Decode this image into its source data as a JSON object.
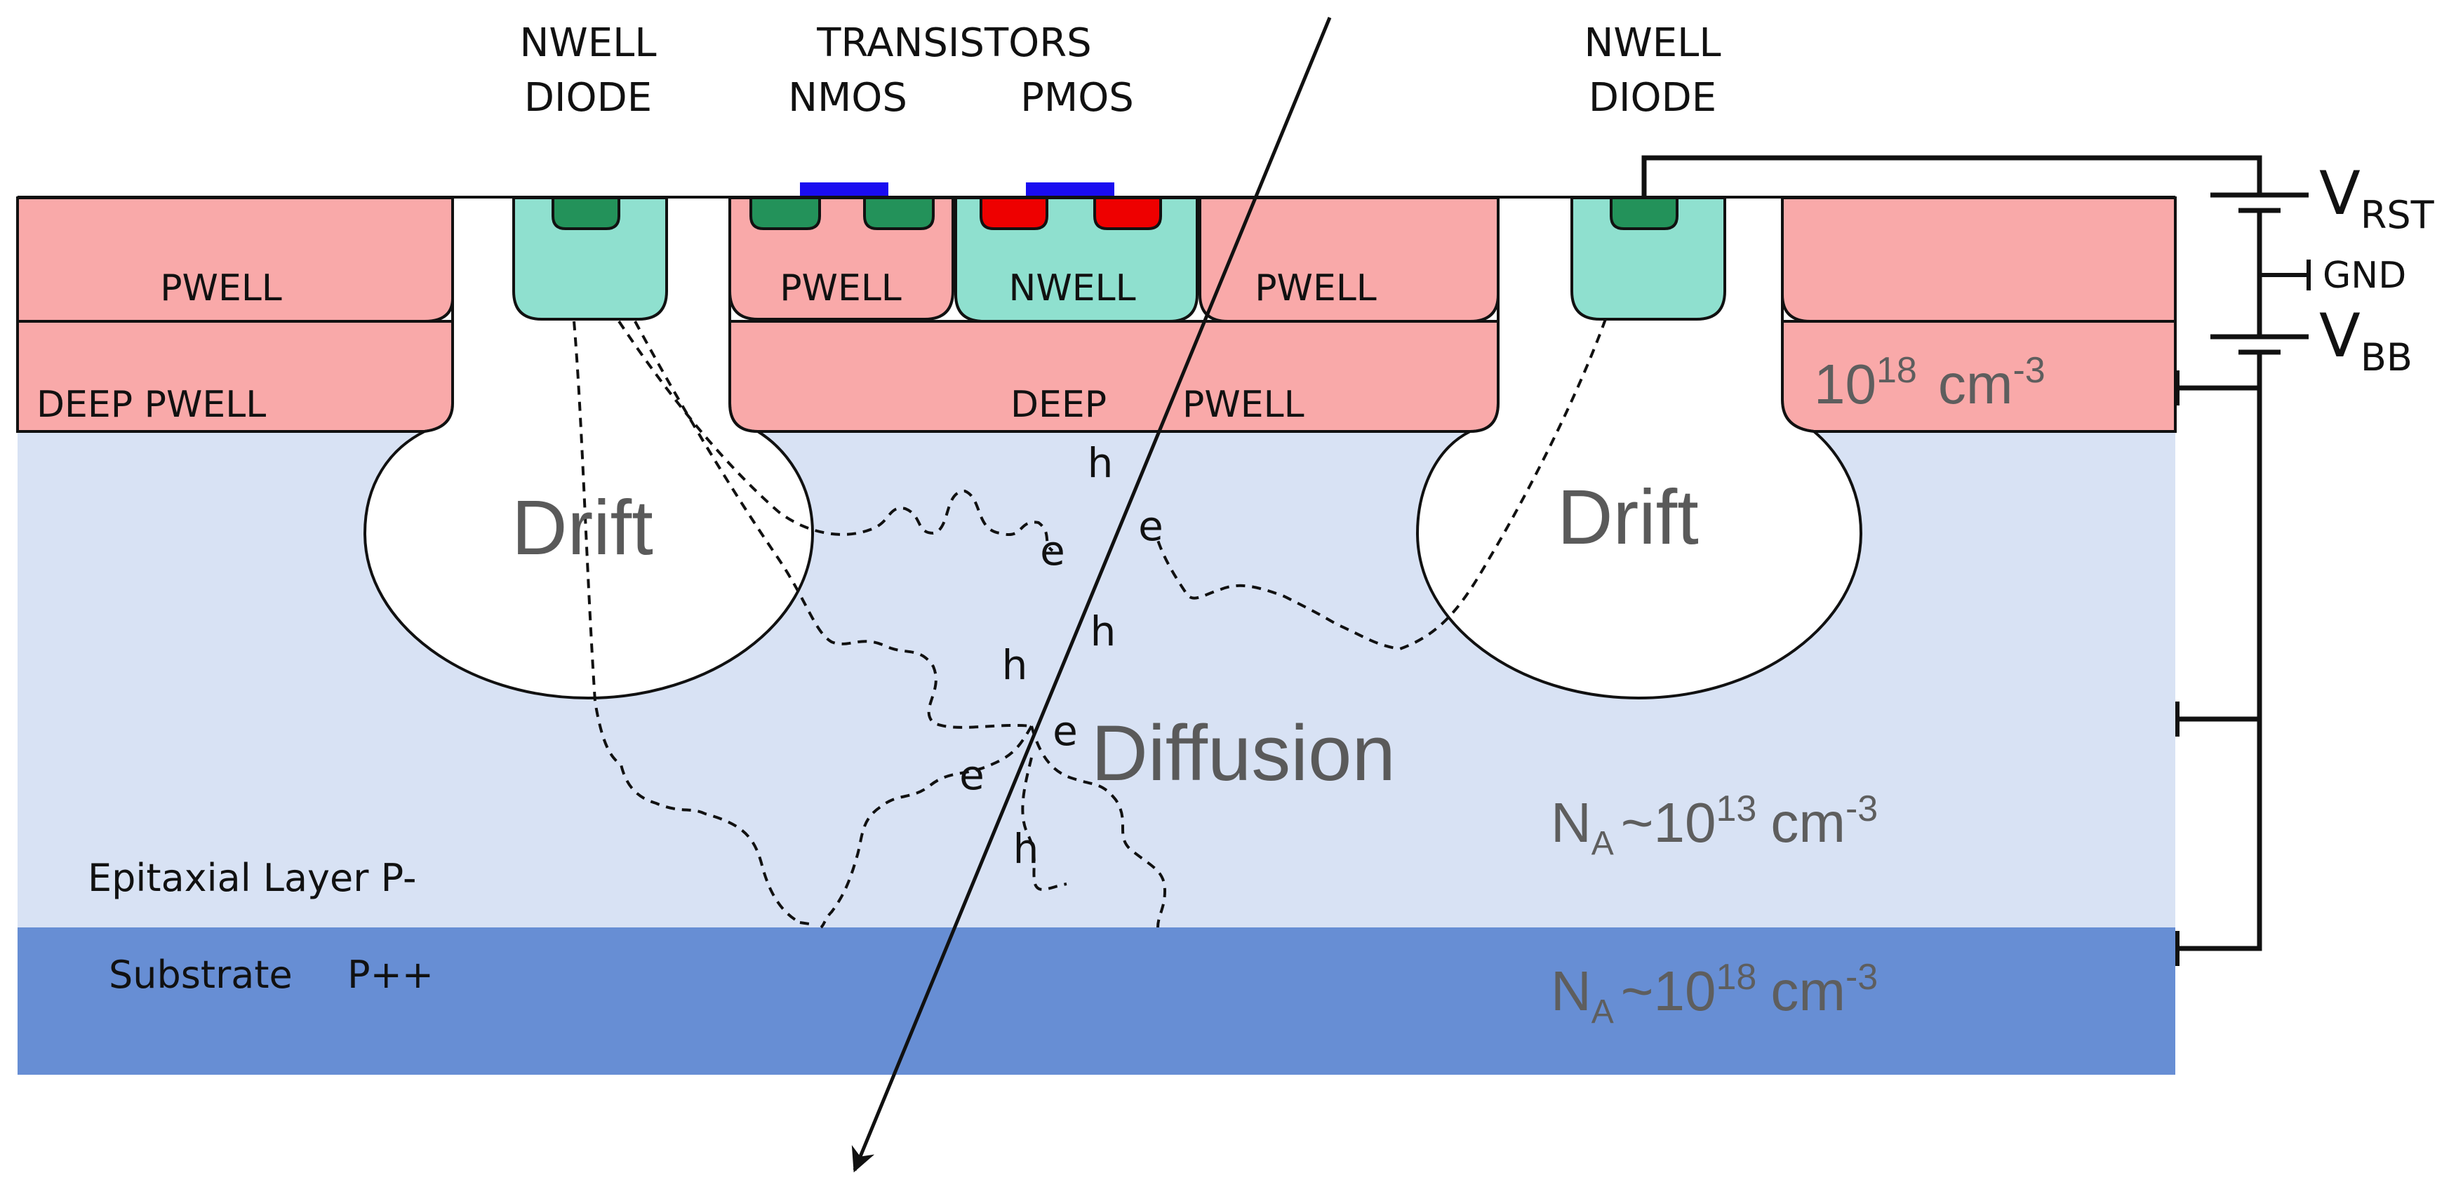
{
  "header": {
    "left_diode": [
      "NWELL",
      "DIODE"
    ],
    "transistors": "TRANSISTORS",
    "nmos": "NMOS",
    "pmos": "PMOS",
    "right_diode": [
      "NWELL",
      "DIODE"
    ]
  },
  "regions": {
    "pwell": "PWELL",
    "nwell": "NWELL",
    "deep_pwell_left": "DEEP PWELL",
    "deep_pwell_center_a": "DEEP",
    "deep_pwell_center_b": "PWELL",
    "drift": "Drift",
    "diffusion": "Diffusion",
    "epitaxial": "Epitaxial Layer P-",
    "substrate_a": "Substrate",
    "substrate_b": "P++"
  },
  "doping": {
    "deep_pwell": {
      "base": "10",
      "exp": "18",
      "unit": "cm",
      "unit_exp": "-3"
    },
    "epi": {
      "prefix": "N",
      "sub": "A",
      "approx": "~10",
      "exp": "13",
      "unit": "cm",
      "unit_exp": "-3"
    },
    "substrate": {
      "prefix": "N",
      "sub": "A",
      "approx": "~10",
      "exp": "18",
      "unit": "cm",
      "unit_exp": "-3"
    }
  },
  "circuit": {
    "vrst": {
      "main": "V",
      "sub": "RST"
    },
    "gnd": "GND",
    "vbb": {
      "main": "V",
      "sub": "BB"
    }
  },
  "carriers": {
    "electron": "e",
    "hole": "h"
  },
  "colors": {
    "pwell": "#f9a9a9",
    "nwell": "#8fe0cf",
    "contact": "#23925a",
    "pmos_contact": "#ee0000",
    "gate": "#1a0cf0",
    "epitaxial": "#d8e2f4",
    "substrate": "#678ed4",
    "depletion": "#ffffff"
  }
}
